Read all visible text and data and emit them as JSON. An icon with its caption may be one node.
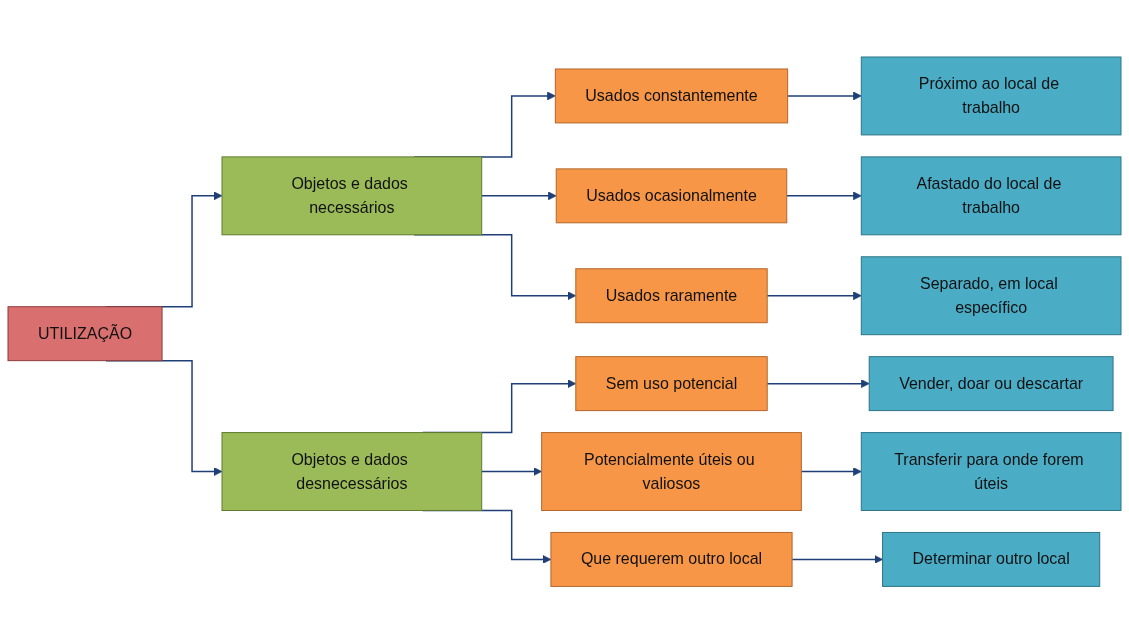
{
  "diagram": {
    "nodes": [
      {
        "text": [
          "UTILIZAÇÃO"
        ]
      },
      {
        "text": [
          "Objetos e dados necessários"
        ]
      },
      {
        "text": [
          "Usados constantemente"
        ]
      },
      {
        "text": [
          "Próximo ao local de trabalho"
        ]
      },
      {
        "text": [
          "Usados ocasionalmente"
        ]
      },
      {
        "text": [
          "Afastado do local de trabalho"
        ]
      },
      {
        "text": [
          "Usados raramente"
        ]
      },
      {
        "text": [
          "Separado, em local específico"
        ]
      },
      {
        "text": [
          "Objetos e dados desnecessários"
        ]
      },
      {
        "text": [
          "Sem uso potencial"
        ]
      },
      {
        "text": [
          "Vender, doar ou descartar"
        ]
      },
      {
        "text": [
          "Potencialmente úteis ou valiosos"
        ]
      },
      {
        "text": [
          "Transferir para onde forem úteis"
        ]
      },
      {
        "text": [
          "Que requerem outro local"
        ]
      },
      {
        "text": [
          "Determinar outro local"
        ]
      }
    ],
    "edges": [
      {
        "from": 0,
        "to": 1,
        "arrow": "to"
      },
      {
        "from": 1,
        "to": 2,
        "arrow": "to"
      },
      {
        "from": 2,
        "to": 3,
        "arrow": "to"
      },
      {
        "from": 1,
        "to": 4,
        "arrow": "to"
      },
      {
        "from": 4,
        "to": 5,
        "arrow": "to"
      },
      {
        "from": 1,
        "to": 6,
        "arrow": "to"
      },
      {
        "from": 6,
        "to": 7,
        "arrow": "to"
      },
      {
        "from": 0,
        "to": 8,
        "arrow": "to"
      },
      {
        "from": 8,
        "to": 9,
        "arrow": "to"
      },
      {
        "from": 9,
        "to": 10,
        "arrow": "to"
      },
      {
        "from": 8,
        "to": 11,
        "arrow": "to"
      },
      {
        "from": 11,
        "to": 12,
        "arrow": "to"
      },
      {
        "from": 8,
        "to": 13,
        "arrow": "to"
      },
      {
        "from": 13,
        "to": 14,
        "arrow": "to"
      }
    ]
  }
}
